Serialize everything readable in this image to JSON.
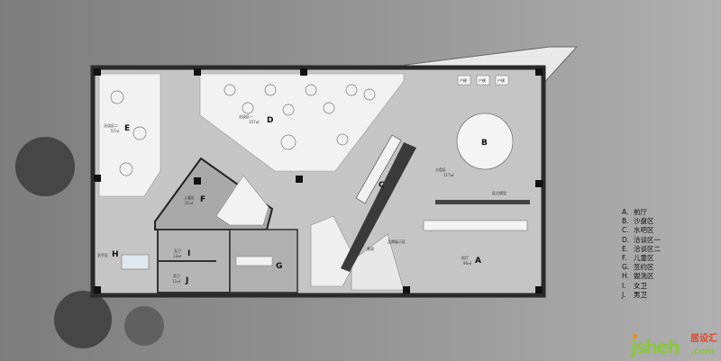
{
  "plan": {
    "zones": {
      "A": {
        "letter": "A",
        "name": "前厅",
        "area": "90㎡"
      },
      "B": {
        "letter": "B"
      },
      "B_label": {
        "name": "沙盘区",
        "area": "117㎡"
      },
      "C": {
        "letter": "C"
      },
      "D": {
        "letter": "D",
        "name": "洽谈区一",
        "area": "157㎡"
      },
      "E": {
        "letter": "E",
        "name": "洽谈区二",
        "area": "57㎡"
      },
      "F": {
        "letter": "F",
        "name": "儿童区",
        "area": "21㎡"
      },
      "G": {
        "letter": "G"
      },
      "H": {
        "letter": "H",
        "name": "洗手区"
      },
      "I": {
        "letter": "I",
        "name": "女卫",
        "area": "13㎡"
      },
      "J": {
        "letter": "J",
        "name": "男卫",
        "area": "12㎡"
      }
    },
    "annotations": {
      "unit_model": "户模",
      "location_model": "区位模型",
      "brand_area": "品牌展示区",
      "sculpture": "景观"
    }
  },
  "legend": [
    {
      "key": "A.",
      "label": "前厅"
    },
    {
      "key": "B.",
      "label": "沙盘区"
    },
    {
      "key": "C.",
      "label": "水吧区"
    },
    {
      "key": "D.",
      "label": "洽谈区一"
    },
    {
      "key": "E.",
      "label": "洽谈区二"
    },
    {
      "key": "F.",
      "label": "儿童区"
    },
    {
      "key": "G.",
      "label": "签约区"
    },
    {
      "key": "H.",
      "label": "盥洗区"
    },
    {
      "key": "I.",
      "label": "女卫"
    },
    {
      "key": "J.",
      "label": "男卫"
    }
  ],
  "logo": {
    "main": "jsheh",
    "suffix": ".com",
    "cn": "居设汇"
  },
  "colors": {
    "logo_green": "#8cc63f",
    "logo_orange": "#f08a1c",
    "logo_red": "#e0452a"
  }
}
